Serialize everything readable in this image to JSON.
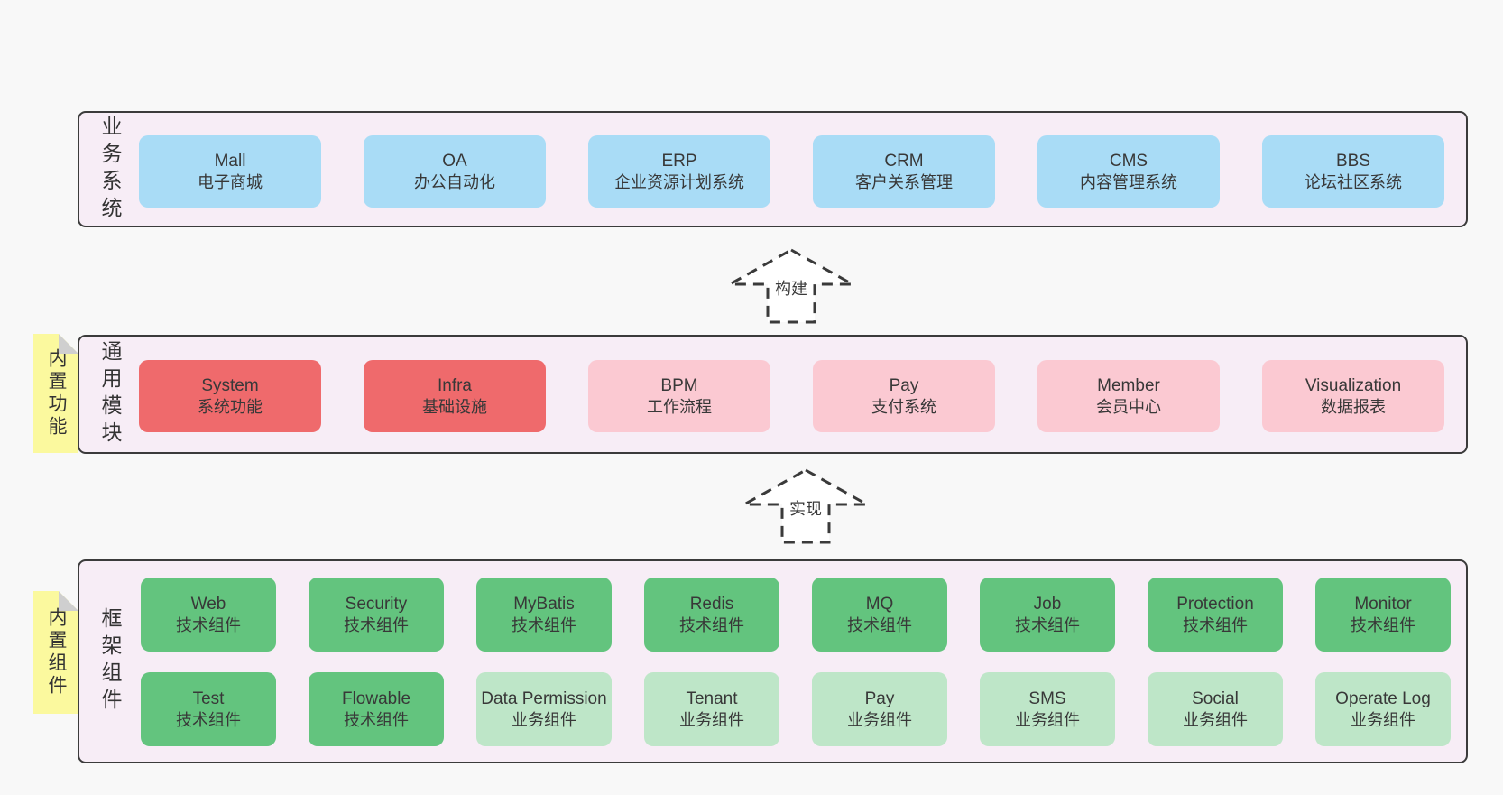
{
  "band1": {
    "label": "业务系统",
    "boxes": [
      {
        "en": "Mall",
        "zh": "电子商城"
      },
      {
        "en": "OA",
        "zh": "办公自动化"
      },
      {
        "en": "ERP",
        "zh": "企业资源计划系统"
      },
      {
        "en": "CRM",
        "zh": "客户关系管理"
      },
      {
        "en": "CMS",
        "zh": "内容管理系统"
      },
      {
        "en": "BBS",
        "zh": "论坛社区系统"
      }
    ]
  },
  "arrows": {
    "build": "构建",
    "implement": "实现"
  },
  "band2": {
    "label": "通用模块",
    "note": "内置功能",
    "boxes": [
      {
        "en": "System",
        "zh": "系统功能"
      },
      {
        "en": "Infra",
        "zh": "基础设施"
      },
      {
        "en": "BPM",
        "zh": "工作流程"
      },
      {
        "en": "Pay",
        "zh": "支付系统"
      },
      {
        "en": "Member",
        "zh": "会员中心"
      },
      {
        "en": "Visualization",
        "zh": "数据报表"
      }
    ]
  },
  "band3": {
    "label": "框架组件",
    "note": "内置组件",
    "row1": [
      {
        "en": "Web",
        "zh": "技术组件"
      },
      {
        "en": "Security",
        "zh": "技术组件"
      },
      {
        "en": "MyBatis",
        "zh": "技术组件"
      },
      {
        "en": "Redis",
        "zh": "技术组件"
      },
      {
        "en": "MQ",
        "zh": "技术组件"
      },
      {
        "en": "Job",
        "zh": "技术组件"
      },
      {
        "en": "Protection",
        "zh": "技术组件"
      },
      {
        "en": "Monitor",
        "zh": "技术组件"
      }
    ],
    "row2": [
      {
        "en": "Test",
        "zh": "技术组件"
      },
      {
        "en": "Flowable",
        "zh": "技术组件"
      },
      {
        "en": "Data Permission",
        "zh": "业务组件"
      },
      {
        "en": "Tenant",
        "zh": "业务组件"
      },
      {
        "en": "Pay",
        "zh": "业务组件"
      },
      {
        "en": "SMS",
        "zh": "业务组件"
      },
      {
        "en": "Social",
        "zh": "业务组件"
      },
      {
        "en": "Operate Log",
        "zh": "业务组件"
      }
    ]
  },
  "colors": {
    "business_box": "#a9dcf6",
    "core_module_box": "#ef6a6c",
    "optional_module_box": "#fbc9d2",
    "tech_component_box": "#63c47e",
    "biz_component_box": "#bee6c8",
    "band_background": "#f7edf6",
    "note_background": "#fbf99e",
    "page_background": "#f8f8f8",
    "border": "#3b3b3b"
  }
}
